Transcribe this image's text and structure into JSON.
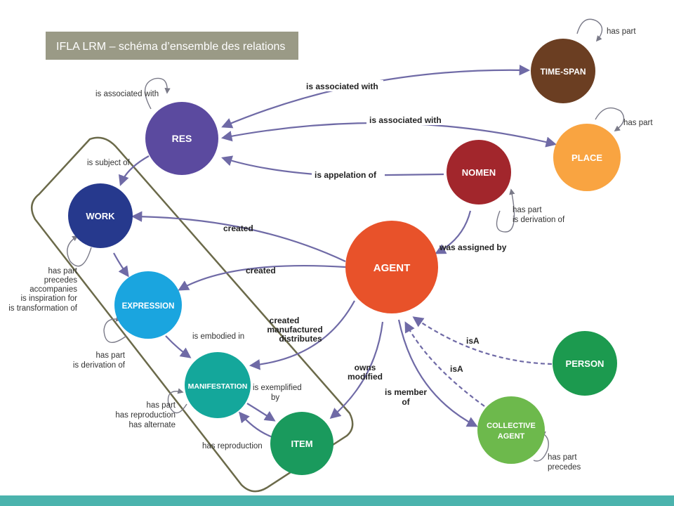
{
  "title": "IFLA LRM – schéma d’ensemble des relations",
  "colors": {
    "res": "#5b4a9f",
    "work": "#26398d",
    "expression": "#1aa5df",
    "manifestation": "#14a79b",
    "item": "#1a9a5d",
    "agent": "#e8522a",
    "nomen": "#a2262c",
    "time_span": "#6b3e22",
    "place": "#f9a441",
    "person": "#1c9a4f",
    "collective_agent": "#6db94c",
    "arrow": "#6f6aa6",
    "group_border": "#6b6a4a",
    "footer_bar": "#4bb3ad",
    "title_bg": "#9a9a86"
  },
  "nodes": {
    "res": "RES",
    "work": "WORK",
    "expression": "EXPRESSION",
    "manifestation": "MANIFESTATION",
    "item": "ITEM",
    "agent": "AGENT",
    "nomen": "NOMEN",
    "time_span": "TIME-SPAN",
    "place": "PLACE",
    "person": "PERSON",
    "collective_agent_1": "COLLECTIVE",
    "collective_agent_2": "AGENT"
  },
  "relations": {
    "res_assoc_timespan": "is associated with",
    "res_assoc_place": "is associated with",
    "nomen_appelation": "is appelation of",
    "nomen_assigned": "was assigned by",
    "agent_created_work": "created",
    "agent_created_expression": "created",
    "agent_created_manif_1": "created",
    "agent_created_manif_2": "manufactured",
    "agent_created_manif_3": "distributes",
    "agent_owns_1": "owns",
    "agent_owns_2": "modified",
    "member_1": "is member",
    "member_2": "of",
    "isa_person": "isA",
    "isa_collective": "isA",
    "res_self": "is associated with",
    "res_subject": "is subject of",
    "timespan_self": "has part",
    "place_self": "has part",
    "nomen_self_1": "has part",
    "nomen_self_2": "is derivation of",
    "work_self_1": "has part",
    "work_self_2": "precedes",
    "work_self_3": "accompanies",
    "work_self_4": "is inspiration for",
    "work_self_5": "is transformation of",
    "expr_self_1": "has part",
    "expr_self_2": "is derivation of",
    "embodied": "is embodied in",
    "manif_self_1": "has part",
    "manif_self_2": "has reproduction",
    "manif_self_3": "has alternate",
    "exemplified_1": "is exemplified",
    "exemplified_2": "by",
    "item_reproduction": "has reproduction",
    "collective_self_1": "has part",
    "collective_self_2": "precedes"
  }
}
